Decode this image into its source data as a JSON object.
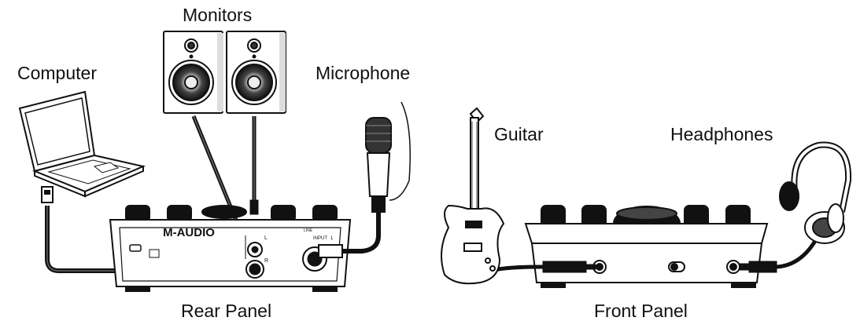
{
  "labels": {
    "monitors": "Monitors",
    "computer": "Computer",
    "microphone": "Microphone",
    "guitar": "Guitar",
    "headphones": "Headphones",
    "rear_panel": "Rear Panel",
    "front_panel": "Front Panel"
  },
  "device": {
    "brand": "M-AUDIO",
    "rear_left_label": "L",
    "rear_right_label": "R",
    "input_label": "INPUT",
    "input_number": "1",
    "line_label": "LINE"
  }
}
